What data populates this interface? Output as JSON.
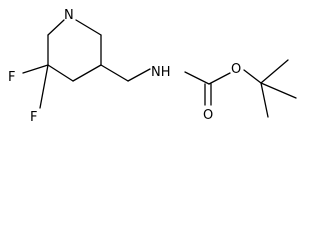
{
  "molecule": {
    "atoms": {
      "ring_n": "N",
      "f_upper": "F",
      "f_lower": "F",
      "nh": "NH",
      "o_carbonyl": "O",
      "o_ester": "O"
    },
    "colors": {
      "stroke": "#000000",
      "background": "#ffffff"
    }
  }
}
